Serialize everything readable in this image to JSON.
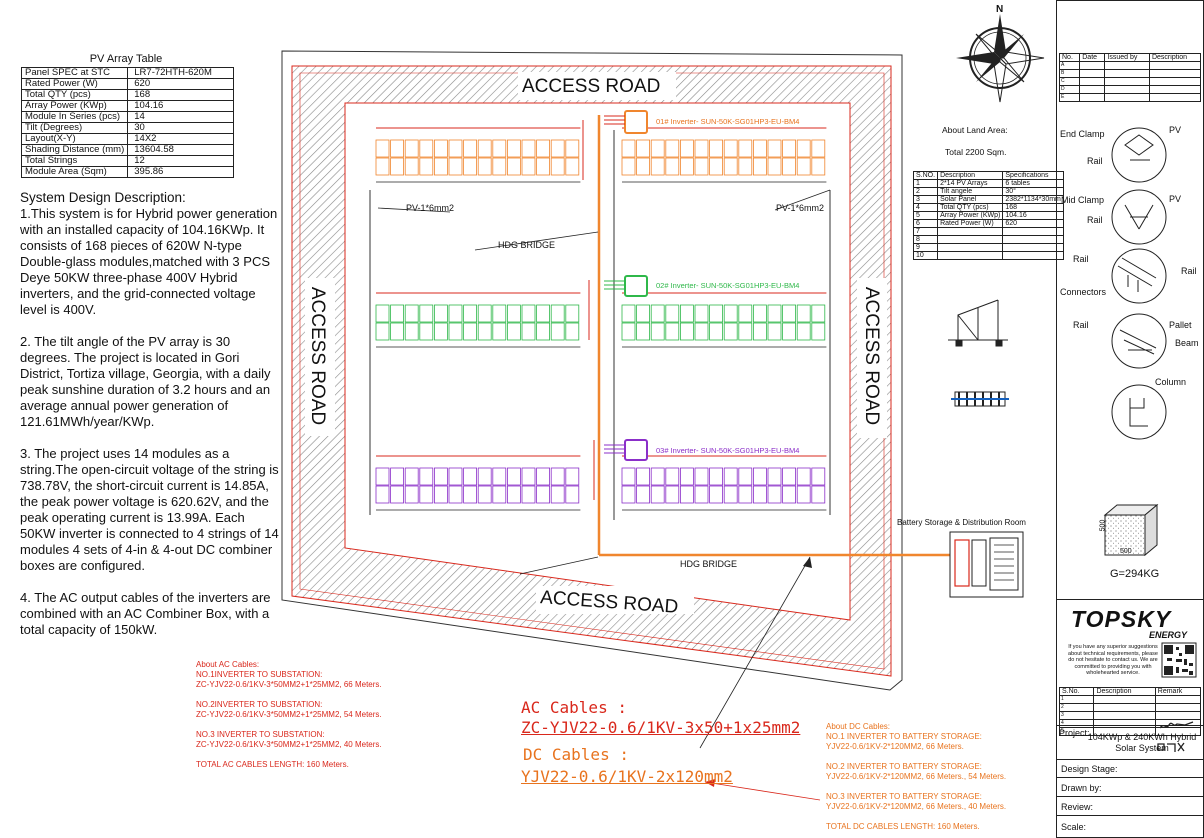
{
  "pv_table": {
    "title": "PV Array Table",
    "rows": [
      [
        "Panel SPEC at STC",
        "LR7-72HTH-620M"
      ],
      [
        "Rated Power (W)",
        "620"
      ],
      [
        "Total QTY (pcs)",
        "168"
      ],
      [
        "Array Power (KWp)",
        "104.16"
      ],
      [
        "Module In Series (pcs)",
        "14"
      ],
      [
        "Tilt (Degrees)",
        "30"
      ],
      [
        "Layout(X-Y)",
        "14X2"
      ],
      [
        "Shading Distance (mm)",
        "13604.58"
      ],
      [
        "Total Strings",
        "12"
      ],
      [
        "Module Area (Sqm)",
        "395.86"
      ]
    ]
  },
  "description": {
    "heading": "System Design Description:",
    "p1": "1.This system is for Hybrid power generation with an installed capacity of 104.16KWp. It consists of 168 pieces of 620W N-type Double-glass modules,matched with 3 PCS Deye 50KW three-phase 400V Hybrid inverters, and the grid-connected voltage level is 400V.",
    "p2": "2. The tilt angle of the PV array is 30 degrees. The project is located in Gori District, Tortiza village, Georgia, with a daily peak sunshine duration of 3.2 hours and an average annual power generation of 121.61MWh/year/KWp.",
    "p3": "3. The project uses 14 modules as a string.The open-circuit voltage of the string is 738.78V, the short-circuit current is 14.85A, the peak power voltage is 620.62V, and the peak operating current is 13.99A. Each 50KW inverter is connected to 4 strings of 14 modules 4 sets of 4-in & 4-out DC combiner boxes are configured.",
    "p4": "4. The AC output cables of the inverters are combined with an AC Combiner Box, with a total capacity of 150kW."
  },
  "site": {
    "access_road": "ACCESS ROAD",
    "hdg_bridge": "HDG BRIDGE",
    "pv_cable": "PV-1*6mm2",
    "inverters": [
      "01# Inverter- SUN-50K-SG01HP3-EU-BM4",
      "02# Inverter- SUN-50K-SG01HP3-EU-BM4",
      "03# Inverter- SUN-50K-SG01HP3-EU-BM4"
    ],
    "battery_room": "Battery Storage  & Distribution Room"
  },
  "land": {
    "about": "About Land Area:",
    "total": "Total 2200 Sqm."
  },
  "spec_table": {
    "headers": [
      "S.NO.",
      "Description",
      "Specifications"
    ],
    "rows": [
      [
        "1",
        "2*14 PV Arrays",
        "6 tables"
      ],
      [
        "2",
        "Tilt angele",
        "30°"
      ],
      [
        "3",
        "Solar Panel",
        "2382*1134*30mm"
      ],
      [
        "4",
        "Total QTY (pcs)",
        "168"
      ],
      [
        "5",
        "Array Power (KWp)",
        "104.16"
      ],
      [
        "6",
        "Rated Power (W)",
        "620"
      ],
      [
        "7",
        "",
        ""
      ],
      [
        "8",
        "",
        ""
      ],
      [
        "9",
        "",
        ""
      ],
      [
        "10",
        "",
        ""
      ]
    ]
  },
  "ac_notes": {
    "title": "About AC Cables:",
    "n1a": "NO.1INVERTER TO SUBSTATION:",
    "n1b": "ZC-YJV22-0.6/1KV-3*50MM2+1*25MM2, 66 Meters.",
    "n2a": "NO.2INVERTER TO SUBSTATION:",
    "n2b": "ZC-YJV22-0.6/1KV-3*50MM2+1*25MM2, 54 Meters.",
    "n3a": "NO.3 INVERTER TO SUBSTATION:",
    "n3b": "ZC-YJV22-0.6/1KV-3*50MM2+1*25MM2, 40 Meters.",
    "total": "TOTAL AC CABLES LENGTH: 160 Meters."
  },
  "cables_big": {
    "ac_title": "AC Cables :",
    "ac_spec": "ZC-YJV22-0.6/1KV-3x50+1x25mm2",
    "dc_title": "DC Cables :",
    "dc_spec": "YJV22-0.6/1KV-2x120mm2"
  },
  "dc_notes": {
    "title": "About DC Cables:",
    "n1a": "NO.1 INVERTER TO BATTERY STORAGE:",
    "n1b": "YJV22-0.6/1KV-2*120MM2, 66 Meters.",
    "n2a": "NO.2 INVERTER TO BATTERY STORAGE:",
    "n2b": "YJV22-0.6/1KV-2*120MM2, 66 Meters., 54 Meters.",
    "n3a": "NO.3 INVERTER TO BATTERY STORAGE:",
    "n3b": "YJV22-0.6/1KV-2*120MM2, 66 Meters., 40 Meters.",
    "total": "TOTAL DC CABLES LENGTH: 160 Meters."
  },
  "details": {
    "end_clamp": "End Clamp",
    "pv": "PV",
    "rail": "Rail",
    "mid_clamp": "Mid Clamp",
    "connectors": "Connectors",
    "pallet": "Pallet",
    "beam": "Beam",
    "column": "Column",
    "weight": "G=294KG",
    "dim": "500"
  },
  "compass": {
    "north": "N"
  },
  "title_block": {
    "rev_headers": [
      "No.",
      "Date",
      "Issued by",
      "Description"
    ],
    "rev_rows": [
      "A",
      "B",
      "C",
      "D",
      "E"
    ],
    "logo_main": "TOPSKY",
    "logo_sub": "ENERGY",
    "contact": "If you have any superior suggestions about technical requirements, please do not hesitate to contact us. We are committed to providing you with wholehearted service.",
    "list_headers": [
      "S.No.",
      "Description",
      "Remark"
    ],
    "list_rows": [
      "1",
      "2",
      "3",
      "4",
      "5"
    ],
    "project_label": "Project:",
    "project_name": "104KWp & 240KWh Hybrid Solar System",
    "design_stage": "Design Stage:",
    "drawn_by": "Drawn by:",
    "review": "Review:",
    "scale": "Scale:"
  },
  "colors": {
    "accent_red": "#d9281c",
    "accent_orange": "#e8731e",
    "array1": "#f0862e",
    "array2": "#2fb84a",
    "array3": "#8b2fc9"
  }
}
